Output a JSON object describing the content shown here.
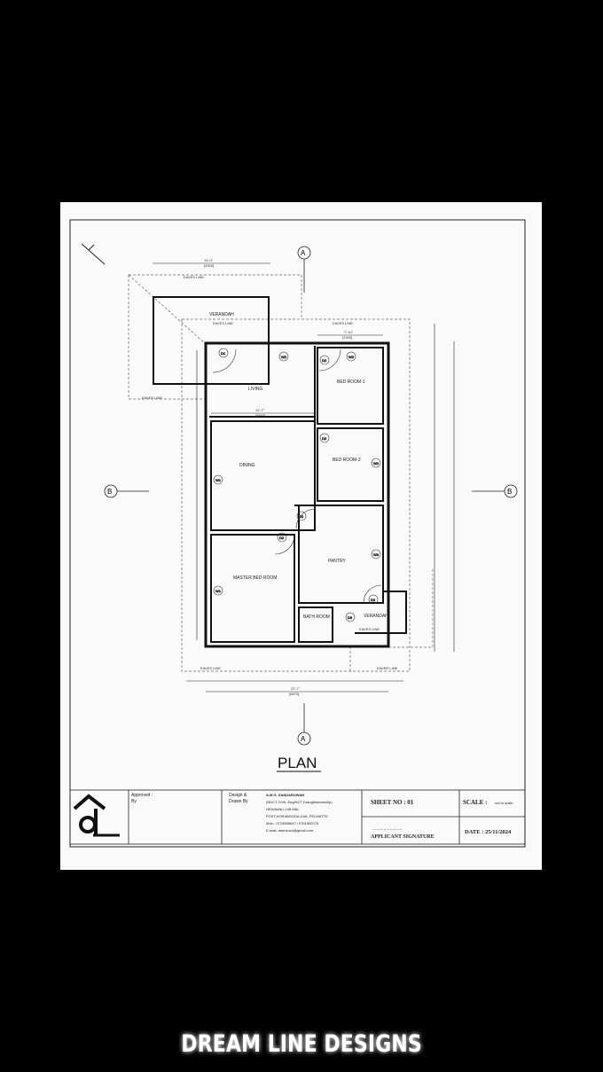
{
  "plan": {
    "title": "PLAN",
    "rooms": {
      "verandah_front": "VERANDAH",
      "living": "LIVING",
      "bed1": "BED ROOM-1",
      "dining": "DINING",
      "bed2": "BED ROOM-2",
      "master": "MASTER BED ROOM",
      "pantry": "PANTRY",
      "bath": "BATH ROOM",
      "verandah_back": "VERANDAH"
    },
    "eaves_label": "EAVES LINE",
    "eaves_label_alt": "EAVER LINE",
    "section_a": "A",
    "section_b": "B",
    "doors": [
      "D1",
      "D2",
      "D2",
      "D2",
      "D2",
      "D3"
    ],
    "windows": [
      "W1",
      "W2",
      "W1",
      "W1",
      "W2",
      "W3",
      "W3"
    ],
    "dims": {
      "top_verandah": "14'-0\"",
      "top_verandah_mm": "[4300]",
      "bed1_width": "7'-10\"",
      "bed1_width_mm": "[2340]",
      "living_width": "12'-7\"",
      "living_width_mm": "[3860]",
      "overall": "22'-7\"",
      "overall_mm": "[6875]"
    }
  },
  "title_block": {
    "approved_label": "Approved :",
    "by_label": "By",
    "design_label": "Design &",
    "drawn_label": "Drawn  By",
    "designer_name": "A.M.G. SANDARUWAN",
    "designer_quals": "(NDCT CIVIL Eng/NCT Draughtsmanship)",
    "address1": "HENAMALL148 MAL",
    "address2": "POST,HORABGODA,UVA, PELWATTE.",
    "mobile": "Mob:- 0715556647 / 0781500275",
    "email": "E-mail- dsensucd@gmail.com",
    "sheet_no": "SHEET  NO : 01",
    "scale": "SCALE :",
    "scale_value": "not to scale",
    "signature_dots": "........................",
    "signature_label": "APPLICANT  SIGNATURE",
    "date": "DATE : 25/11/2024"
  },
  "footer": {
    "brand": "DREAM LINE DESIGNS"
  }
}
